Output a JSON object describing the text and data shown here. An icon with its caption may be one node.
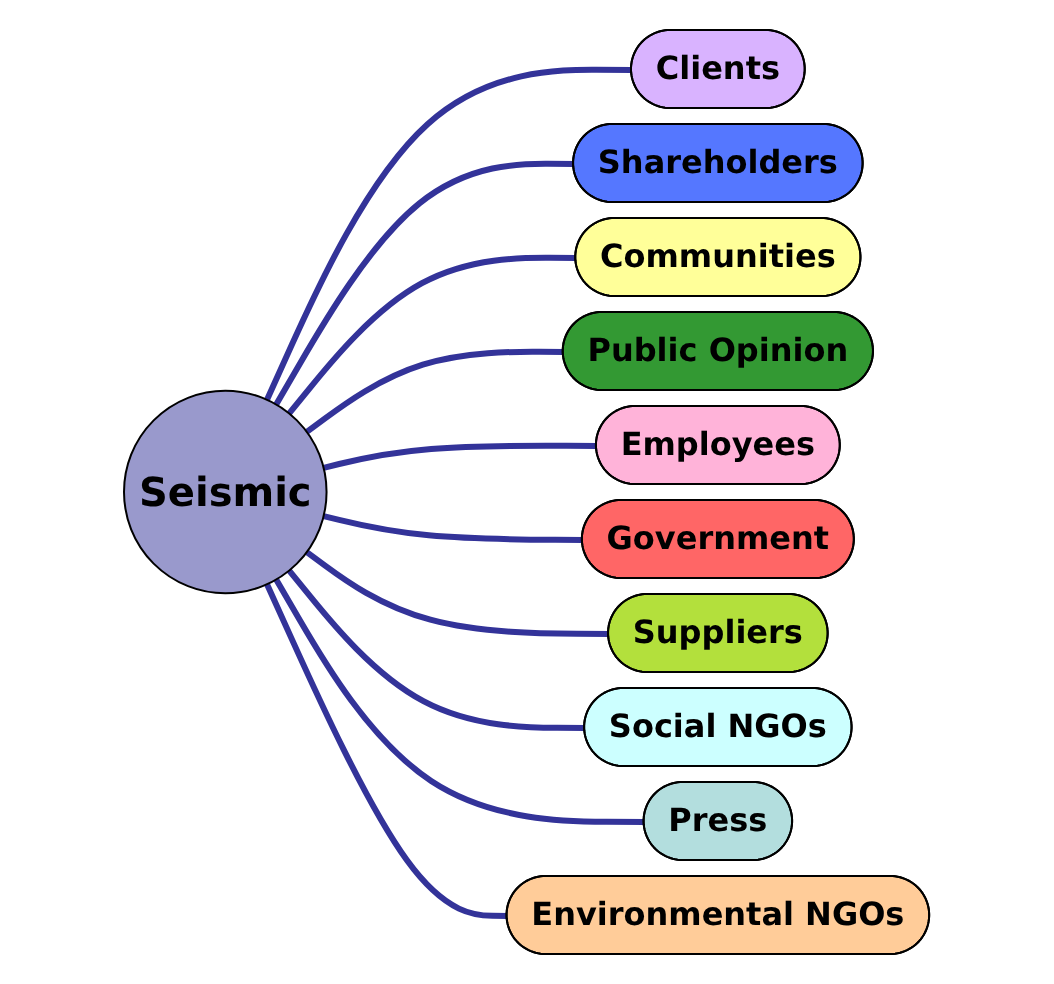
{
  "diagram": {
    "nodes": [
      {
        "text": [
          "Seismic"
        ]
      },
      {
        "text": [
          "Clients"
        ]
      },
      {
        "text": [
          "Shareholders"
        ]
      },
      {
        "text": [
          "Communities"
        ]
      },
      {
        "text": [
          "Public Opinion"
        ]
      },
      {
        "text": [
          "Employees"
        ]
      },
      {
        "text": [
          "Government"
        ]
      },
      {
        "text": [
          "Suppliers"
        ]
      },
      {
        "text": [
          "Social NGOs"
        ]
      },
      {
        "text": [
          "Press"
        ]
      },
      {
        "text": [
          "Environmental NGOs"
        ]
      }
    ],
    "edges": [
      {
        "from": 0,
        "to": 1,
        "arrow": "none"
      },
      {
        "from": 0,
        "to": 2,
        "arrow": "none"
      },
      {
        "from": 0,
        "to": 3,
        "arrow": "none"
      },
      {
        "from": 0,
        "to": 4,
        "arrow": "none"
      },
      {
        "from": 0,
        "to": 5,
        "arrow": "none"
      },
      {
        "from": 0,
        "to": 6,
        "arrow": "none"
      },
      {
        "from": 0,
        "to": 7,
        "arrow": "none"
      },
      {
        "from": 0,
        "to": 8,
        "arrow": "none"
      },
      {
        "from": 0,
        "to": 9,
        "arrow": "none"
      },
      {
        "from": 0,
        "to": 10,
        "arrow": "none"
      }
    ]
  }
}
